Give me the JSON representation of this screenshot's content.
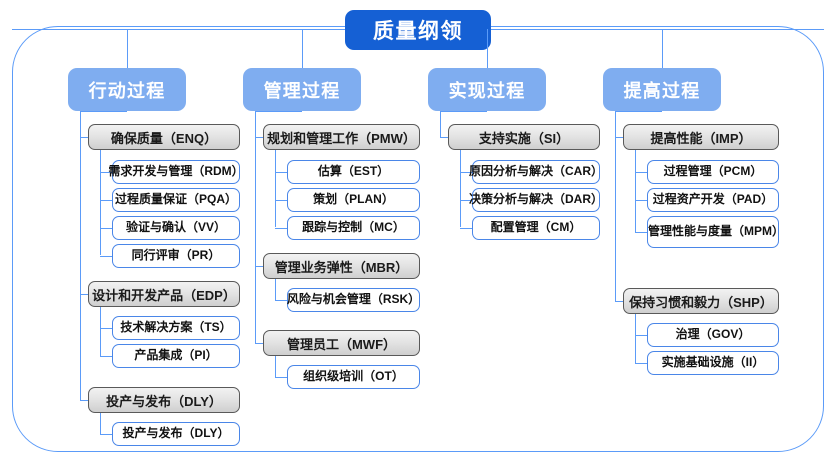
{
  "diagram": {
    "title": "质量纲领",
    "type": "hierarchy-tree",
    "colors": {
      "title_fill": "#1560d4",
      "title_text": "#ffffff",
      "header_fill": "#7fadf0",
      "header_text": "#ffffff",
      "parent_fill": "#e3e3e3",
      "parent_border": "#595959",
      "child_fill": "#ffffff",
      "child_border": "#4a86e8",
      "connector": "#5b9bf8",
      "frame_border": "#5b9bf8",
      "background": "#ffffff"
    },
    "columns": [
      {
        "header": "行动过程",
        "groups": [
          {
            "label": "确保质量（ENQ）",
            "children": [
              "需求开发与管理（RDM）",
              "过程质量保证（PQA）",
              "验证与确认（VV）",
              "同行评审（PR）"
            ]
          },
          {
            "label": "设计和开发产品（EDP）",
            "children": [
              "技术解决方案（TS）",
              "产品集成（PI）"
            ]
          },
          {
            "label": "投产与发布（DLY）",
            "children": [
              "投产与发布（DLY）"
            ]
          }
        ]
      },
      {
        "header": "管理过程",
        "groups": [
          {
            "label": "规划和管理工作（PMW）",
            "children": [
              "估算（EST）",
              "策划（PLAN）",
              "跟踪与控制（MC）"
            ]
          },
          {
            "label": "管理业务弹性（MBR）",
            "children": [
              "风险与机会管理（RSK）"
            ]
          },
          {
            "label": "管理员工（MWF）",
            "children": [
              "组织级培训（OT）"
            ]
          }
        ]
      },
      {
        "header": "实现过程",
        "groups": [
          {
            "label": "支持实施（SI）",
            "children": [
              "原因分析与解决（CAR）",
              "决策分析与解决（DAR）",
              "配置管理（CM）"
            ]
          }
        ]
      },
      {
        "header": "提高过程",
        "groups": [
          {
            "label": "提高性能（IMP）",
            "children": [
              "过程管理（PCM）",
              "过程资产开发（PAD）",
              "管理性能与度量（MPM）"
            ]
          },
          {
            "label": "保持习惯和毅力（SHP）",
            "children": [
              "治理（GOV）",
              "实施基础设施（II）"
            ]
          }
        ]
      }
    ]
  }
}
